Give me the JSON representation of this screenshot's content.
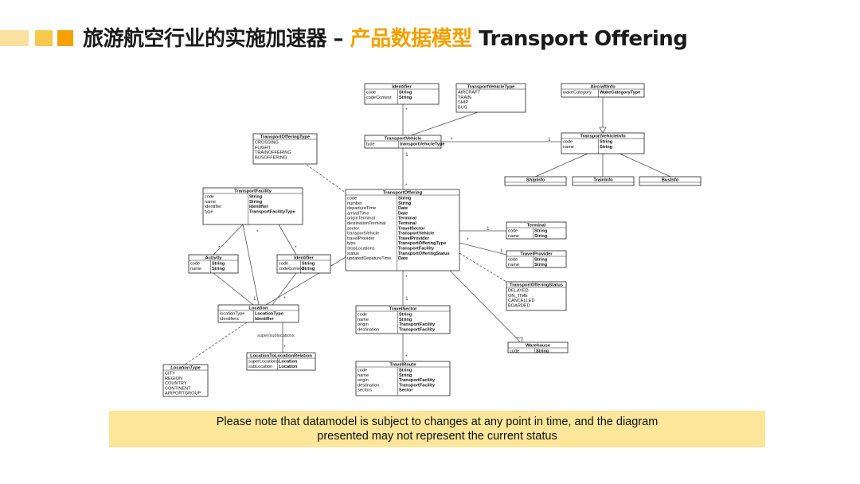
{
  "header": {
    "title_part1": "旅游航空行业的实施加速器 – ",
    "title_highlight": "产品数据模型",
    "title_part2": " Transport Offering",
    "accent_colors": [
      "#fbe1a0",
      "#f8c94a",
      "#f5a000"
    ]
  },
  "diagram": {
    "classes": [
      {
        "id": "identifier_top",
        "name": "Identifier",
        "attrs": [
          [
            "code",
            "String"
          ],
          [
            "codeContext",
            "String"
          ]
        ]
      },
      {
        "id": "transport_vehicle_type",
        "name": "TransportVehicleType",
        "values": [
          "AIRCRAFT",
          "TRAIN",
          "SHIP",
          "BUS"
        ]
      },
      {
        "id": "aircraft_info",
        "name": "AircraftInfo",
        "attrs": [
          [
            "wakeCategory",
            "WakeCategoryType"
          ]
        ]
      },
      {
        "id": "transport_offering_type",
        "name": "TransportOfferingType",
        "values": [
          "CROSSING",
          "FLIGHT",
          "TRAINOFFERING",
          "BUSOFFERING"
        ]
      },
      {
        "id": "transport_vehicle",
        "name": "TransportVehicle",
        "attrs": [
          [
            "type",
            "transportVehicleType"
          ]
        ]
      },
      {
        "id": "transport_vehicle_info",
        "name": "TransportVehicleInfo",
        "attrs": [
          [
            "code",
            "String"
          ],
          [
            "name",
            "String"
          ]
        ]
      },
      {
        "id": "ship_info",
        "name": "ShipInfo",
        "attrs": []
      },
      {
        "id": "train_info",
        "name": "TrainInfo",
        "attrs": []
      },
      {
        "id": "bus_info",
        "name": "BusInfo",
        "attrs": []
      },
      {
        "id": "transport_facility",
        "name": "TransportFacility",
        "attrs": [
          [
            "code",
            "String"
          ],
          [
            "name",
            "String"
          ],
          [
            "identifier",
            "Identifier"
          ],
          [
            "type",
            "TransportFacilityType"
          ]
        ]
      },
      {
        "id": "transport_offering",
        "name": "TransportOffering",
        "attrs": [
          [
            "code",
            "String"
          ],
          [
            "number",
            "String"
          ],
          [
            "departureTime",
            "Date"
          ],
          [
            "arrivalTime",
            "Date"
          ],
          [
            "originTerminal",
            "Terminal"
          ],
          [
            "destinationTerminal",
            "Terminal"
          ],
          [
            "sector",
            "TravelSector"
          ],
          [
            "transportVehicle",
            "TransportVehicle"
          ],
          [
            "travelProvider",
            "TravelProvider"
          ],
          [
            "type",
            "TransportOfferingType"
          ],
          [
            "stopLocations",
            "TransportFacility"
          ],
          [
            "status",
            "TransportOfferingStatus"
          ],
          [
            "updatedDepatureTime",
            "Date"
          ]
        ]
      },
      {
        "id": "terminal",
        "name": "Terminal",
        "attrs": [
          [
            "code",
            "String"
          ],
          [
            "name",
            "String"
          ]
        ]
      },
      {
        "id": "travel_provider",
        "name": "TravelProvider",
        "attrs": [
          [
            "code",
            "String"
          ],
          [
            "name",
            "String"
          ]
        ]
      },
      {
        "id": "activity",
        "name": "Activity",
        "attrs": [
          [
            "code",
            "String"
          ],
          [
            "name",
            "String"
          ]
        ]
      },
      {
        "id": "identifier_mid",
        "name": "Identifier",
        "attrs": [
          [
            "code",
            "String"
          ],
          [
            "codeContext",
            "String"
          ]
        ]
      },
      {
        "id": "transport_offering_status",
        "name": "TransportOfferingStatus",
        "values": [
          "DELAYED",
          "ON_TIME",
          "CANCELLED",
          "BOARDED"
        ]
      },
      {
        "id": "location",
        "name": "Location",
        "attrs": [
          [
            "locationType",
            "LocationType"
          ],
          [
            "identifiers",
            "Identifier"
          ]
        ]
      },
      {
        "id": "travel_sector",
        "name": "TravelSector",
        "attrs": [
          [
            "code",
            "String"
          ],
          [
            "name",
            "String"
          ],
          [
            "origin",
            "TransportFacility"
          ],
          [
            "destination",
            "TransportFacility"
          ]
        ]
      },
      {
        "id": "warehouse",
        "name": "Warehouse",
        "attrs": [
          [
            "code",
            "String"
          ]
        ]
      },
      {
        "id": "location_to_location_relation",
        "name": "LocationToLocationRelation",
        "attrs": [
          [
            "superLocations",
            "Location"
          ],
          [
            "subLocation",
            "Location"
          ]
        ]
      },
      {
        "id": "location_type",
        "name": "LocationType",
        "italic": true,
        "values": [
          "CITY",
          "REGION",
          "COUNTRY",
          "CONTINENT",
          "AIRPORTGROUP"
        ]
      },
      {
        "id": "travel_route",
        "name": "TravelRoute",
        "attrs": [
          [
            "code",
            "String"
          ],
          [
            "name",
            "String"
          ],
          [
            "origin",
            "TransportFacility"
          ],
          [
            "destination",
            "TransportFacility"
          ],
          [
            "sectors",
            "Sector"
          ]
        ]
      }
    ],
    "labels": [
      {
        "id": "mult_tv_tvi_star",
        "text": "*"
      },
      {
        "id": "mult_tv_tvi_one",
        "text": "1"
      },
      {
        "id": "mult_tv_to_one",
        "text": "1"
      },
      {
        "id": "mult_tv_to_star",
        "text": "*"
      },
      {
        "id": "mult_id_tv_star",
        "text": "*"
      },
      {
        "id": "mult_term_one",
        "text": "1"
      },
      {
        "id": "mult_tp_star",
        "text": "*"
      },
      {
        "id": "mult_tp_one",
        "text": "1"
      },
      {
        "id": "mult_ts_one",
        "text": "1"
      },
      {
        "id": "mult_ts_star",
        "text": "*"
      },
      {
        "id": "mult_loc_one",
        "text": "1"
      },
      {
        "id": "mult_loc_star",
        "text": "*"
      },
      {
        "id": "mult_act_star",
        "text": "*"
      },
      {
        "id": "mult_idm_star",
        "text": "*"
      },
      {
        "id": "mult_rel_star",
        "text": "*"
      },
      {
        "id": "mult_tr_star",
        "text": "*"
      },
      {
        "id": "mult_tf_star",
        "text": "*"
      },
      {
        "id": "superlabel",
        "text": "super/sublocations"
      }
    ]
  },
  "note": {
    "line1": "Please note that datamodel is subject to changes at any point in time, and the diagram",
    "line2": "presented may not represent the current status"
  }
}
